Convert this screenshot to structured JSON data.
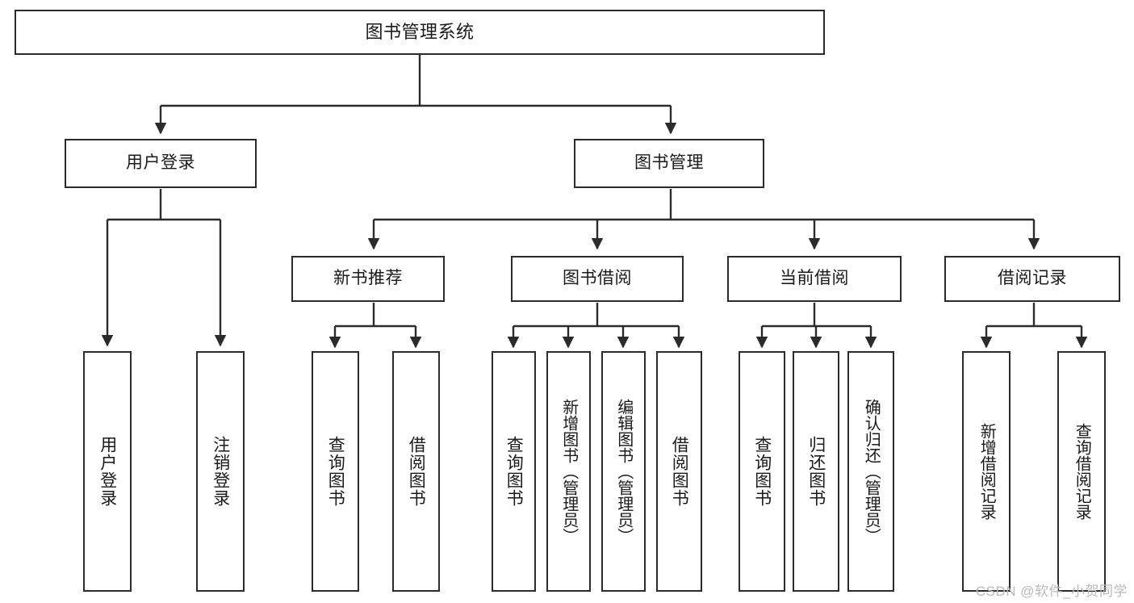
{
  "diagram": {
    "title": "图书管理系统",
    "type": "tree",
    "watermark": "CSDN @软件_小贺同学",
    "colors": {
      "box_border": "#2b2b2b",
      "box_fill": "#ffffff",
      "edge": "#2b2b2b",
      "text": "#1a1a1a",
      "watermark": "#b9b9b9"
    },
    "levels": {
      "level1": [
        {
          "id": "root",
          "label": "图书管理系统"
        }
      ],
      "level2": [
        {
          "id": "user-login",
          "label": "用户登录"
        },
        {
          "id": "book-manage",
          "label": "图书管理"
        }
      ],
      "level3": [
        {
          "id": "new-book-recommend",
          "label": "新书推荐",
          "parent": "book-manage"
        },
        {
          "id": "book-borrow",
          "label": "图书借阅",
          "parent": "book-manage"
        },
        {
          "id": "current-borrow",
          "label": "当前借阅",
          "parent": "book-manage"
        },
        {
          "id": "borrow-record",
          "label": "借阅记录",
          "parent": "book-manage"
        }
      ],
      "level4": [
        {
          "id": "leaf-user-login",
          "label": "用户登录",
          "parent": "user-login"
        },
        {
          "id": "leaf-user-logout",
          "label": "注销登录",
          "parent": "user-login"
        },
        {
          "id": "leaf-query-book-1",
          "label": "查询图书",
          "parent": "new-book-recommend"
        },
        {
          "id": "leaf-borrow-book-1",
          "label": "借阅图书",
          "parent": "new-book-recommend"
        },
        {
          "id": "leaf-query-book-2",
          "label": "查询图书",
          "parent": "book-borrow"
        },
        {
          "id": "leaf-add-book",
          "label": "新增图书（管理员）",
          "parent": "book-borrow"
        },
        {
          "id": "leaf-edit-book",
          "label": "编辑图书（管理员）",
          "parent": "book-borrow"
        },
        {
          "id": "leaf-borrow-book-2",
          "label": "借阅图书",
          "parent": "book-borrow"
        },
        {
          "id": "leaf-query-book-3",
          "label": "查询图书",
          "parent": "current-borrow"
        },
        {
          "id": "leaf-return-book",
          "label": "归还图书",
          "parent": "current-borrow"
        },
        {
          "id": "leaf-confirm-return",
          "label": "确认归还（管理员）",
          "parent": "current-borrow"
        },
        {
          "id": "leaf-add-record",
          "label": "新增借阅记录",
          "parent": "borrow-record"
        },
        {
          "id": "leaf-query-record",
          "label": "查询借阅记录",
          "parent": "borrow-record"
        }
      ]
    }
  }
}
